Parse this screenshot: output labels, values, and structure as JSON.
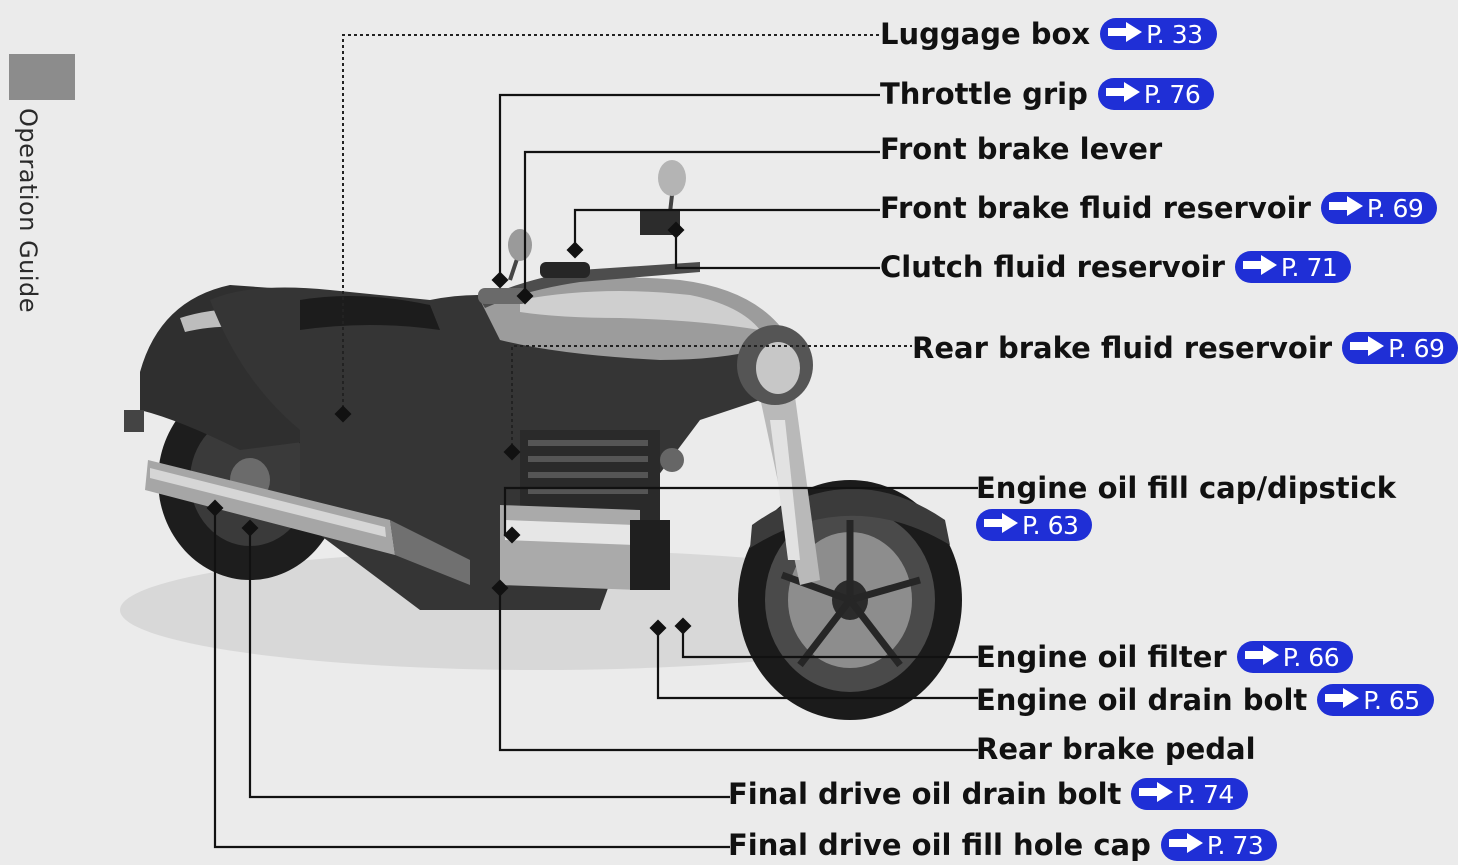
{
  "side_tab": {
    "label": "Operation Guide"
  },
  "callouts": [
    {
      "name": "Luggage box",
      "page": "P. 33"
    },
    {
      "name": "Throttle grip",
      "page": "P. 76"
    },
    {
      "name": "Front brake lever"
    },
    {
      "name": "Front brake fluid reservoir",
      "page": "P. 69"
    },
    {
      "name": "Clutch fluid reservoir",
      "page": "P. 71"
    },
    {
      "name": "Rear brake fluid reservoir",
      "page": "P. 69"
    },
    {
      "name": "Engine oil fill cap/dipstick",
      "page": "P. 63"
    },
    {
      "name": "Engine oil filter",
      "page": "P. 66"
    },
    {
      "name": "Engine oil drain bolt",
      "page": "P. 65"
    },
    {
      "name": "Rear brake pedal"
    },
    {
      "name": "Final drive oil drain bolt",
      "page": "P. 74"
    },
    {
      "name": "Final drive oil fill hole cap",
      "page": "P. 73"
    }
  ],
  "colors": {
    "reference_badge": "#1f2fd6",
    "background": "#ebebeb",
    "tab": "#8c8c8c"
  }
}
